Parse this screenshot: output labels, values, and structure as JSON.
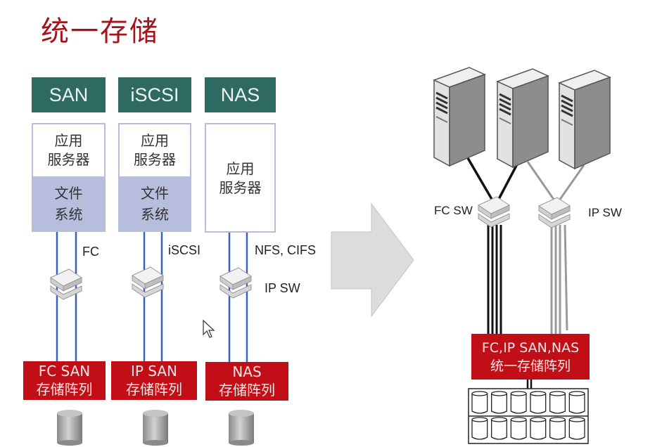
{
  "title": "统一存储",
  "columns": [
    {
      "header": "SAN",
      "server_label": [
        "应用",
        "服务器"
      ],
      "fs_label": [
        "文件",
        "系统"
      ],
      "protocol": "FC",
      "switch_label": "",
      "storage_label": [
        "FC SAN",
        "存储阵列"
      ]
    },
    {
      "header": "iSCSI",
      "server_label": [
        "应用",
        "服务器"
      ],
      "fs_label": [
        "文件",
        "系统"
      ],
      "protocol": "iSCSI",
      "switch_label": "",
      "storage_label": [
        "IP SAN",
        "存储阵列"
      ]
    },
    {
      "header": "NAS",
      "server_label": [
        "应用",
        "服务器"
      ],
      "fs_label": null,
      "protocol": "NFS, CIFS",
      "switch_label": "IP SW",
      "storage_label": [
        "NAS",
        "存储阵列"
      ]
    }
  ],
  "unified": {
    "servers_count": 3,
    "fc_switch_label": "FC SW",
    "ip_switch_label": "IP SW",
    "storage_label": [
      "FC,IP SAN,NAS",
      "统一存储阵列"
    ],
    "disk_rows": 2,
    "disks_per_row": 6
  },
  "colors": {
    "title": "#a3151c",
    "header_bg": "#2e6a62",
    "fs_bg": "#b7bedd",
    "storage_bg": "#c20e16",
    "link_blue": "#3a62c0",
    "arrow_fill": "#dcdcdc"
  }
}
